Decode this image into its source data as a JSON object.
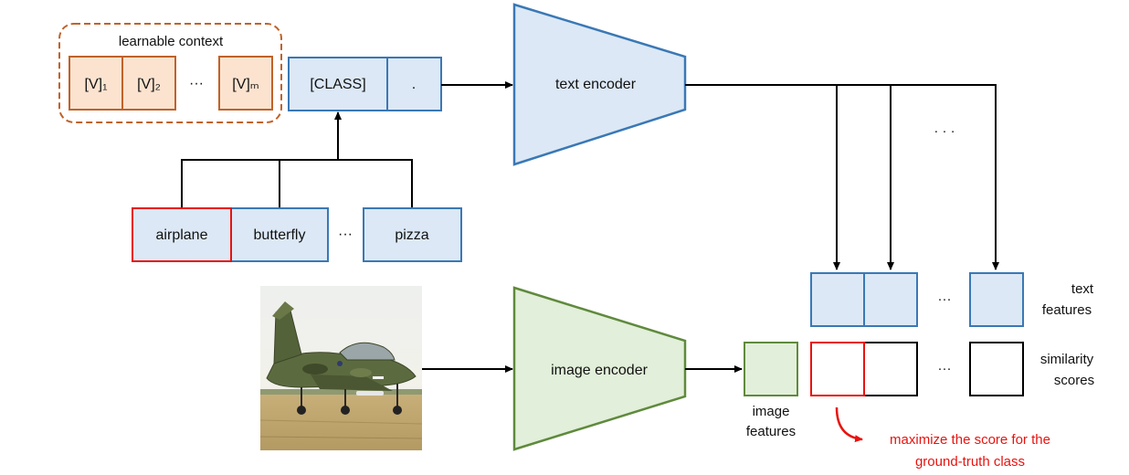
{
  "context": {
    "label": "learnable context",
    "tokens": [
      "[V]₁",
      "[V]₂",
      "[V]ₘ"
    ],
    "ellipsis": "···"
  },
  "class_token": {
    "label": "[CLASS]",
    "period": "."
  },
  "classes": {
    "items": [
      "airplane",
      "butterfly",
      "pizza"
    ],
    "ellipsis": "···",
    "highlighted": "airplane"
  },
  "text_encoder": {
    "label": "text encoder"
  },
  "image_encoder": {
    "label": "image encoder"
  },
  "input_image": {
    "subject": "fighter jet on runway",
    "icon": "airplane-photo"
  },
  "image_features": {
    "label_line1": "image",
    "label_line2": "features"
  },
  "text_features": {
    "label_line1": "text",
    "label_line2": "features",
    "ellipsis": "···"
  },
  "similarity_scores": {
    "label_line1": "similarity",
    "label_line2": "scores",
    "ellipsis": "···"
  },
  "encoder_output_ellipsis": "· · ·",
  "annotation": {
    "line1": "maximize the score for the",
    "line2": "ground-truth class"
  },
  "colors": {
    "context_fill": "#fbe3cf",
    "context_stroke": "#c0622a",
    "blue_fill": "#dce8f5",
    "blue_stroke": "#3a78b5",
    "green_fill": "#e2efda",
    "green_stroke": "#5f8a3c",
    "highlight": "#e8130f"
  }
}
